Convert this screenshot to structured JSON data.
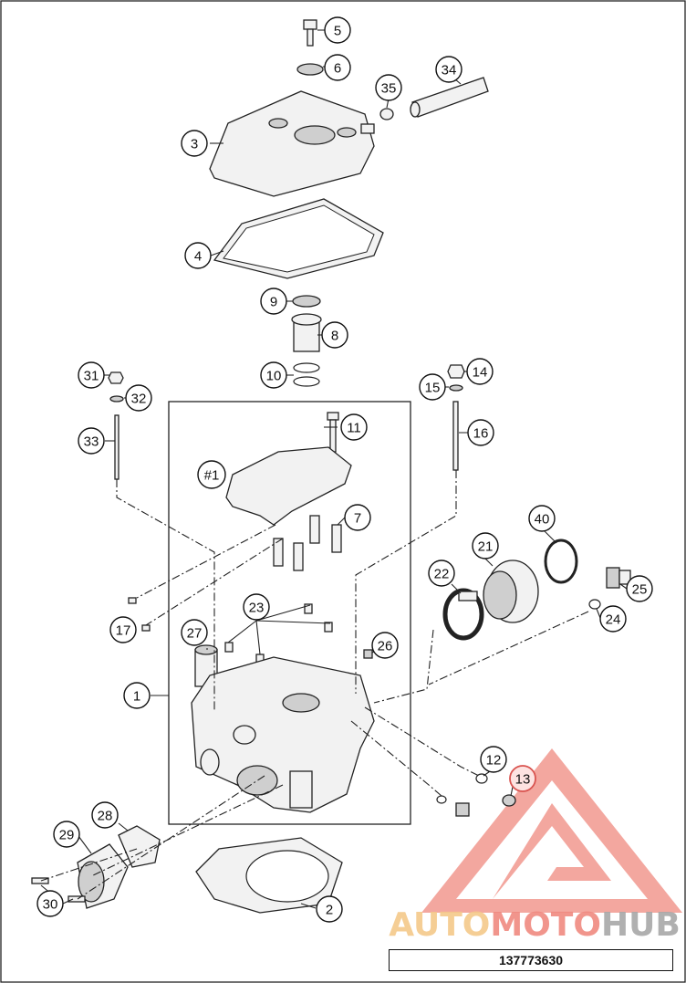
{
  "diagram": {
    "document_number": "137773630",
    "callouts": [
      "1",
      "2",
      "3",
      "4",
      "5",
      "6",
      "7",
      "8",
      "9",
      "10",
      "11",
      "12",
      "13",
      "14",
      "15",
      "16",
      "17",
      "21",
      "22",
      "23",
      "24",
      "25",
      "26",
      "27",
      "28",
      "29",
      "30",
      "31",
      "32",
      "33",
      "34",
      "35",
      "40",
      "#1"
    ],
    "highlighted_callout": "13",
    "watermark": {
      "text_part1": "AUTO",
      "text_part2": "MOTO",
      "text_part3": "HUB",
      "color_part1": "#f5c98a",
      "color_part2": "#f08a80",
      "color_part3": "#a8a8a8",
      "logo_color": "#f08a80"
    },
    "line_color": "#222222",
    "background": "#ffffff"
  }
}
